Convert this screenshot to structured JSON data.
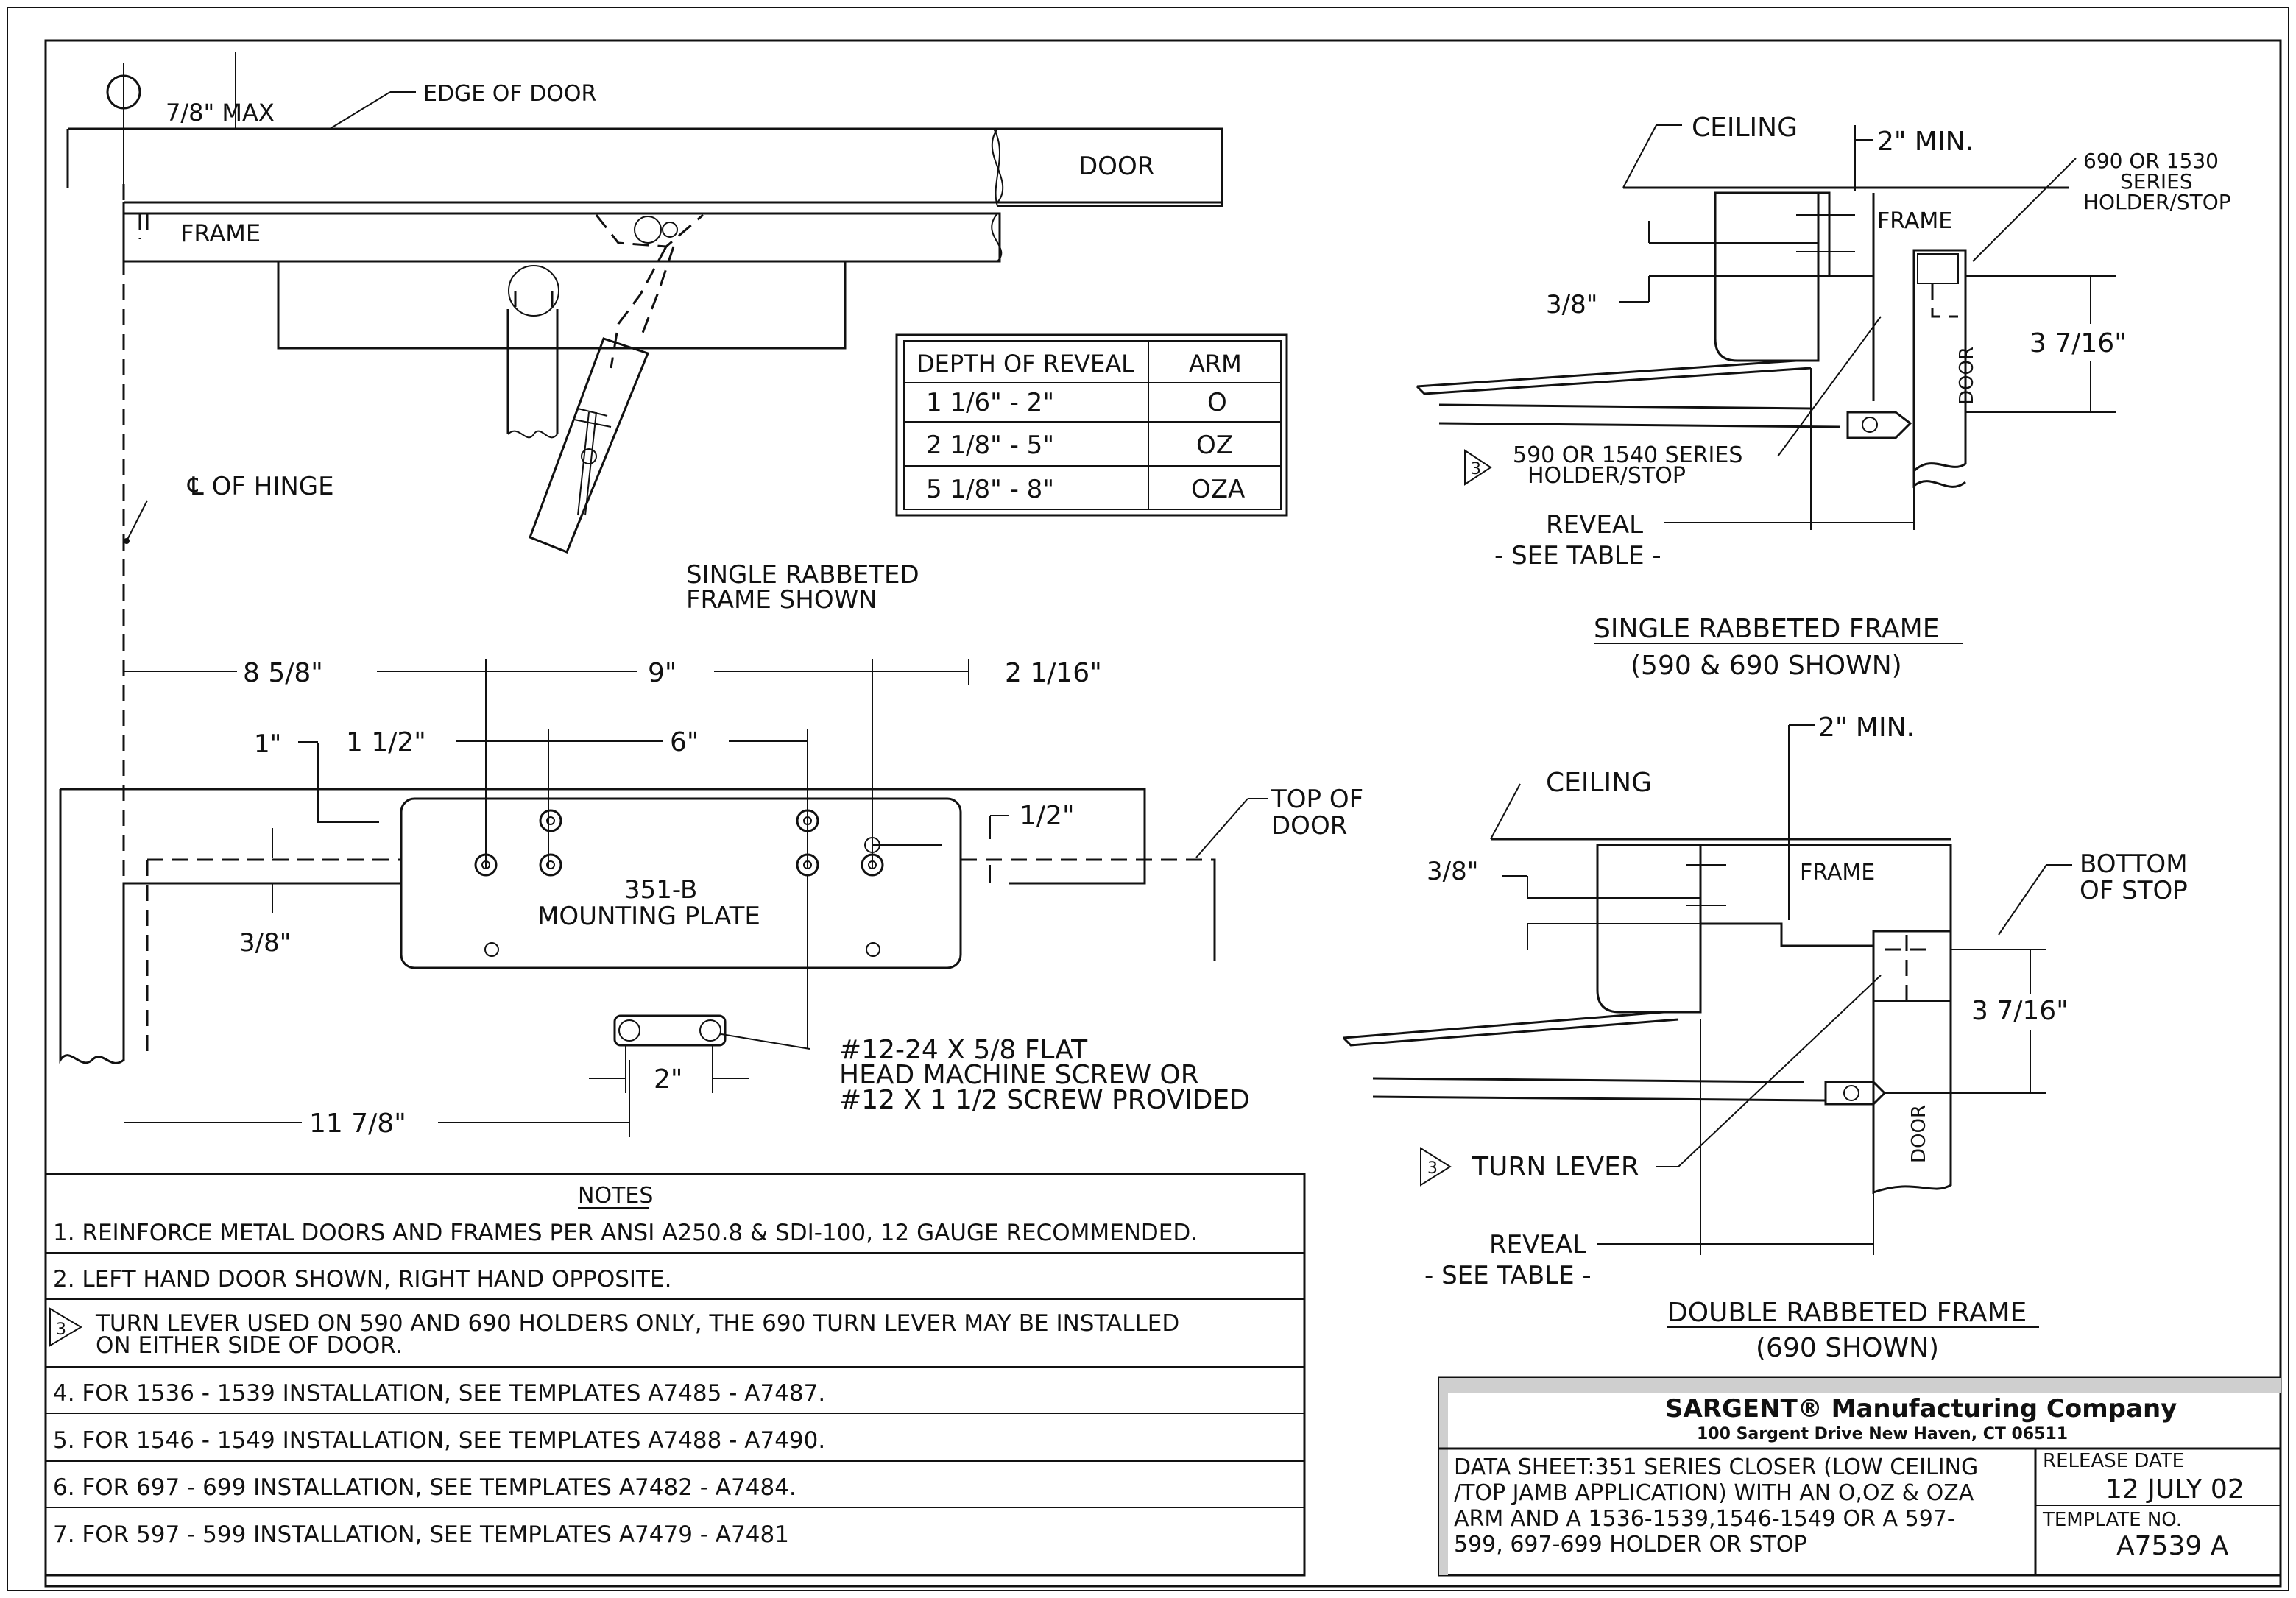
{
  "top_view": {
    "label_max": "7/8\" MAX",
    "label_edge": "EDGE OF DOOR",
    "label_door": "DOOR",
    "label_frame": "FRAME",
    "label_hinge": "℄ OF HINGE",
    "label_single_1": "SINGLE RABBETED",
    "label_single_2": "FRAME SHOWN"
  },
  "reveal_table": {
    "headers": [
      "DEPTH OF REVEAL",
      "ARM"
    ],
    "rows": [
      [
        "1 1/6\" - 2\"",
        "O"
      ],
      [
        "2 1/8\" - 5\"",
        "OZ"
      ],
      [
        "5 1/8\" - 8\"",
        "OZA"
      ]
    ]
  },
  "plate_view": {
    "dim_8_5_8": "8 5/8\"",
    "dim_9": "9\"",
    "dim_2_1_16": "2 1/16\"",
    "dim_1": "1\"",
    "dim_1_1_2": "1 1/2\"",
    "dim_6": "6\"",
    "dim_1_2": "1/2\"",
    "dim_3_8": "3/8\"",
    "top_of_door_1": "TOP OF",
    "top_of_door_2": "DOOR",
    "plate_1": "351-B",
    "plate_2": "MOUNTING PLATE",
    "dim_2": "2\"",
    "dim_11_7_8": "11 7/8\"",
    "screw_1": "#12-24 X 5/8 FLAT",
    "screw_2": "HEAD MACHINE SCREW OR",
    "screw_3": "#12 X 1 1/2 SCREW PROVIDED"
  },
  "single_section": {
    "ceiling": "CEILING",
    "min": "2\" MIN.",
    "holder_1": "690 OR 1530",
    "holder_2": "SERIES",
    "holder_3": "HOLDER/STOP",
    "frame": "FRAME",
    "dim_3_8": "3/8\"",
    "dim_3_7_16": "3 7/16\"",
    "door": "DOOR",
    "note_1": "590 OR 1540 SERIES",
    "note_2": "HOLDER/STOP",
    "reveal": "REVEAL",
    "see_table": "- SEE TABLE -",
    "title": "SINGLE RABBETED FRAME",
    "subtitle": "(590 & 690 SHOWN)"
  },
  "double_section": {
    "min": "2\" MIN.",
    "ceiling": "CEILING",
    "dim_3_8": "3/8\"",
    "frame": "FRAME",
    "bottom_1": "BOTTOM",
    "bottom_2": "OF STOP",
    "dim_3_7_16": "3 7/16\"",
    "door": "DOOR",
    "turn_lever": "TURN LEVER",
    "reveal": "REVEAL",
    "see_table": "- SEE TABLE -",
    "title": "DOUBLE RABBETED FRAME",
    "subtitle": "(690 SHOWN)"
  },
  "flag_number": "3",
  "notes": {
    "title": "NOTES",
    "items": [
      "1. REINFORCE METAL DOORS AND FRAMES PER ANSI A250.8 & SDI-100, 12 GAUGE RECOMMENDED.",
      "2. LEFT HAND DOOR SHOWN, RIGHT HAND OPPOSITE.",
      "TURN LEVER USED ON 590 AND 690 HOLDERS ONLY, THE 690 TURN LEVER MAY BE INSTALLED",
      "ON EITHER SIDE OF DOOR.",
      "4. FOR 1536 - 1539 INSTALLATION, SEE TEMPLATES A7485 - A7487.",
      "5. FOR 1546 - 1549 INSTALLATION, SEE TEMPLATES A7488 - A7490.",
      "6. FOR 697 - 699 INSTALLATION, SEE TEMPLATES A7482 - A7484.",
      "7. FOR 597 - 599 INSTALLATION, SEE TEMPLATES A7479 - A7481"
    ]
  },
  "title_block": {
    "company": "SARGENT® Manufacturing Company",
    "address": "100 Sargent Drive New Haven, CT 06511",
    "sheet_lines": [
      "DATA SHEET:351 SERIES CLOSER (LOW CEILING",
      "/TOP JAMB APPLICATION) WITH AN O,OZ & OZA",
      "ARM AND A 1536-1539,1546-1549 OR A 597-",
      "599, 697-699 HOLDER OR STOP"
    ],
    "release_label": "RELEASE DATE",
    "release_value": "12 JULY 02",
    "template_label": "TEMPLATE NO.",
    "template_value": "A7539 A"
  }
}
